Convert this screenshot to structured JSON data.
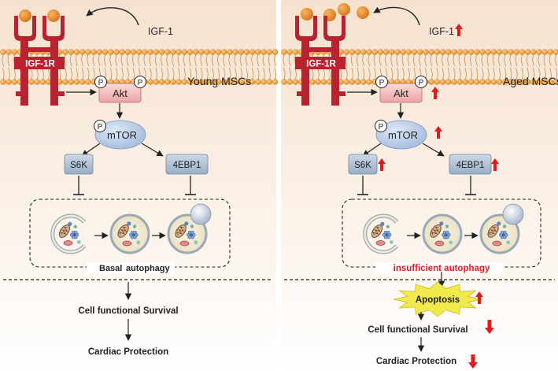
{
  "colors": {
    "bg_top": "#f6e7d7",
    "bg_bottom": "#ffffff",
    "membrane_head": "#f0a23c",
    "receptor": "#b8232f",
    "ligand": "#e88a2e",
    "akt_fill": "#f4c3c3",
    "mtor_fill": "#b9cde8",
    "box_fill": "#b6c6d8",
    "up_arrow": "#e01b1b",
    "insufficient_text": "#e01b1b"
  },
  "icons": [
    "membrane-icon",
    "igf1-ligand-icon",
    "receptor-icon",
    "phosphate-icon",
    "autophagy-cell-icon",
    "apoptosis-burst-icon",
    "up-arrow-icon",
    "down-arrow-icon",
    "inhibit-bar-icon"
  ],
  "left": {
    "ligand_label": "IGF-1",
    "receptor_label": "IGF-1R",
    "panel_label": "Young MSCs",
    "phospho": "P",
    "akt": "Akt",
    "mtor": "mTOR",
    "s6k": "S6K",
    "ebp": "4EBP1",
    "autophagy_a": "Basal",
    "autophagy_b": "autophagy",
    "survival": "Cell functional Survival",
    "protection": "Cardiac Protection"
  },
  "right": {
    "ligand_label": "IGF-1",
    "receptor_label": "IGF-1R",
    "panel_label": "Aged MSCs",
    "phospho": "P",
    "akt": "Akt",
    "mtor": "mTOR",
    "s6k": "S6K",
    "ebp": "4EBP1",
    "autophagy": "insufficient autophagy",
    "apoptosis": "Apoptosis",
    "survival": "Cell functional Survival",
    "protection": "Cardiac Protection"
  }
}
